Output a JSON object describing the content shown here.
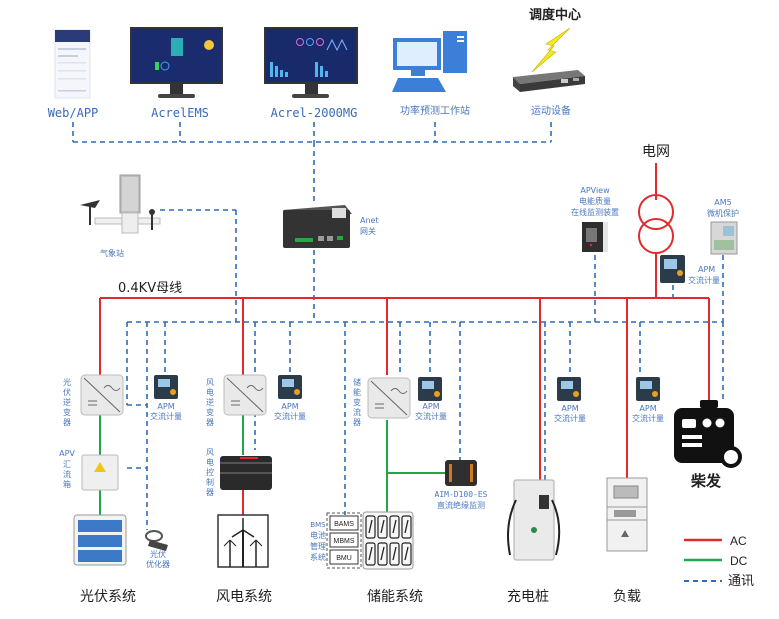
{
  "top_row": {
    "web_app": "Web/APP",
    "acrel_ems": "AcrelEMS",
    "acrel_2000mg": "Acrel-2000MG",
    "forecast_station": "功率预测工作站",
    "telecontrol": "运动设备",
    "dispatch_center": "调度中心"
  },
  "weather_station": "气象站",
  "gateway": {
    "model": "Anet",
    "name": "网关"
  },
  "bus_label": "0.4KV母线",
  "grid": {
    "label": "电网",
    "apview": {
      "model": "APView",
      "line1": "电能质量",
      "line2": "在线监测装置"
    },
    "ams": {
      "model": "AM5",
      "name": "微机保护"
    },
    "apm": {
      "model": "APM",
      "name": "交流计量"
    }
  },
  "pv": {
    "inverter": [
      "光",
      "伏",
      "逆",
      "变",
      "器"
    ],
    "combiner_model": "APV",
    "combiner": [
      "汇",
      "流",
      "箱"
    ],
    "apm_model": "APM",
    "apm_name": "交流计量",
    "optimizer_l1": "光伏",
    "optimizer_l2": "优化器",
    "system": "光伏系统"
  },
  "wind": {
    "inverter": [
      "风",
      "电",
      "逆",
      "变",
      "器"
    ],
    "controller": [
      "风",
      "电",
      "控",
      "制",
      "器"
    ],
    "apm_model": "APM",
    "apm_name": "交流计量",
    "system": "风电系统"
  },
  "storage": {
    "pcs": [
      "储",
      "能",
      "变",
      "流",
      "器"
    ],
    "apm_model": "APM",
    "apm_name": "交流计量",
    "aim_model": "AIM-D100-ES",
    "aim_name": "直流绝缘监测",
    "bms_title": "BMS",
    "bms_lines": [
      "电池",
      "管理",
      "系统"
    ],
    "bms_boxes": [
      "BAMS",
      "MBMS",
      "BMU"
    ],
    "system": "储能系统"
  },
  "charger": {
    "apm_model": "APM",
    "apm_name": "交流计量",
    "system": "充电桩"
  },
  "load": {
    "apm_model": "APM",
    "apm_name": "交流计量",
    "system": "负载"
  },
  "diesel": {
    "label": "柴发"
  },
  "legend": {
    "ac": {
      "label": "AC",
      "color": "#e02a2e"
    },
    "dc": {
      "label": "DC",
      "color": "#1fa84a"
    },
    "com": {
      "label": "通讯",
      "color": "#2d6db5"
    }
  }
}
